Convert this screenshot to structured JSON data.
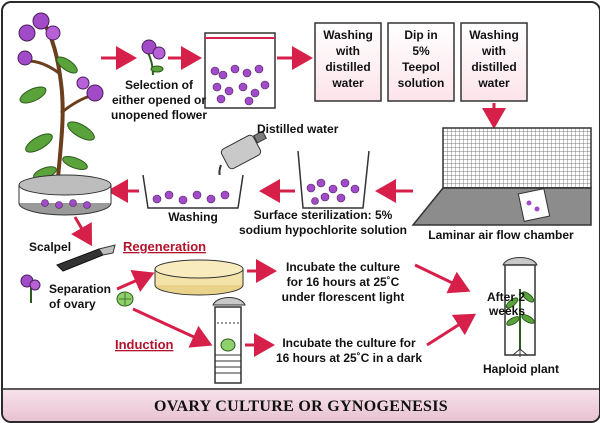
{
  "labels": {
    "selection": [
      "Selection of",
      "either opened or",
      "unopened flower"
    ],
    "box1": [
      "Washing",
      "with",
      "distilled",
      "water"
    ],
    "box2": [
      "Dip in",
      "5%",
      "Teepol",
      "solution"
    ],
    "box3": [
      "Washing",
      "with",
      "distilled",
      "water"
    ],
    "distilled_water": "Distilled water",
    "washing": "Washing",
    "surface": [
      "Surface sterilization: 5%",
      "sodium hypochlorite solution"
    ],
    "laminar": "Laminar air flow chamber",
    "scalpel": "Scalpel",
    "regeneration": "Regeneration",
    "separation": [
      "Separation",
      "of ovary"
    ],
    "incubate_light": [
      "Incubate the culture",
      "for 16 hours at 25˚C",
      "under florescent light"
    ],
    "after": [
      "After 2",
      "weeks"
    ],
    "induction": "Induction",
    "incubate_dark": [
      "Incubate the culture for",
      "16 hours at 25˚C in a dark"
    ],
    "haploid": "Haploid plant"
  },
  "footer": {
    "title": "OVARY CULTURE OR GYNOGENESIS"
  },
  "colors": {
    "arrow": "#d6204a",
    "flower": "#a24bc9",
    "leaf": "#5aa23a",
    "box_fill": "#fbe4ea",
    "banner": "#ecc9d6"
  },
  "icons": [
    "flower-branch-icon",
    "single-flower-icon",
    "flower-container-icon",
    "laminar-hood-icon",
    "beaker-icon",
    "wash-bottle-icon",
    "petri-dish-icon",
    "scalpel-icon",
    "ovary-icon",
    "culture-dish-icon",
    "test-tube-icon",
    "culture-tube-plant-icon"
  ]
}
